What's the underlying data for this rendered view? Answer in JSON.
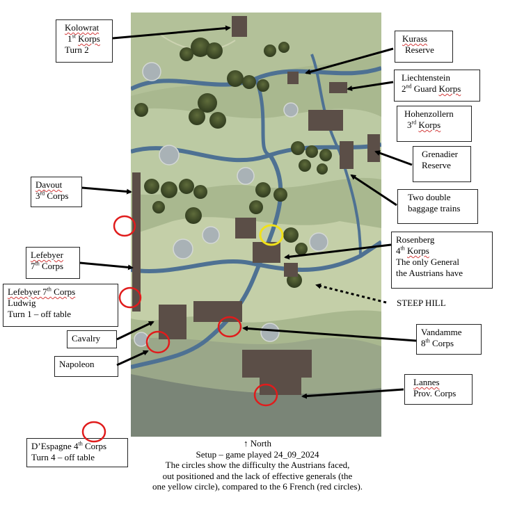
{
  "labels": {
    "kolowrat": [
      "Kolowrat",
      "1st Korps",
      "Turn 2"
    ],
    "kurass": [
      "Kurass",
      "Reserve"
    ],
    "liechtenstein": [
      "Liechtenstein",
      "2nd Guard Korps"
    ],
    "hohenzollern": [
      "Hohenzollern",
      "3rd Korps"
    ],
    "grenadier": [
      "Grenadier",
      "Reserve"
    ],
    "baggage": [
      "Two double",
      "baggage trains"
    ],
    "davout": [
      "Davout",
      "3rd Corps"
    ],
    "rosenberg": [
      "Rosenberg",
      "4th Korps",
      "The only General",
      "the Austrians have"
    ],
    "lefebyer": [
      "Lefebyer",
      "7th Corps"
    ],
    "ludwig": [
      "Lefebyer 7th Corps",
      "Ludwig",
      "Turn 1 – off table"
    ],
    "steep_hill": "STEEP HILL",
    "cavalry": "Cavalry",
    "napoleon": "Napoleon",
    "vandamme": [
      "Vandamme",
      "8th Corps"
    ],
    "lannes": [
      "Lannes",
      "Prov. Corps"
    ],
    "despagne": [
      "D’Espagne 4th Corps",
      "Turn 4 – off table"
    ]
  },
  "caption": {
    "north": "↑ North",
    "line1": "Setup – game played 24_09_2024",
    "line2": "The circles show the difficulty the Austrians faced,",
    "line3": "out positioned and the lack of effective generals (the",
    "line4": "one yellow circle), compared to the 6 French (red circles)."
  },
  "colors": {
    "french_circle": "#e01c1c",
    "austrian_circle": "#f0e11a",
    "board_green": "#aab98f",
    "river": "#4e7193"
  }
}
